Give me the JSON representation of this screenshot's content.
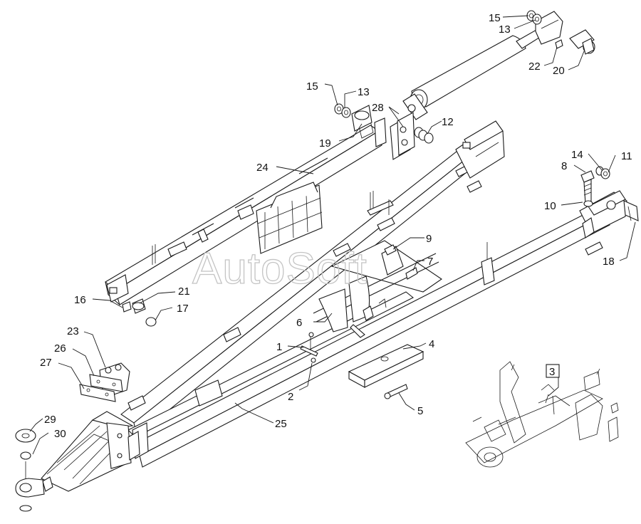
{
  "watermark": "AutoSoft",
  "callouts": {
    "c1": "1",
    "c2": "2",
    "c3": "3",
    "c4": "4",
    "c5": "5",
    "c6": "6",
    "c7": "7",
    "c8": "8",
    "c9": "9",
    "c10": "10",
    "c11": "11",
    "c12": "12",
    "c13a": "13",
    "c13b": "13",
    "c14": "14",
    "c15a": "15",
    "c15b": "15",
    "c16": "16",
    "c17": "17",
    "c18": "18",
    "c19": "19",
    "c20": "20",
    "c21": "21",
    "c22": "22",
    "c23": "23",
    "c24": "24",
    "c25": "25",
    "c26": "26",
    "c27": "27",
    "c28": "28",
    "c29": "29",
    "c30": "30"
  }
}
